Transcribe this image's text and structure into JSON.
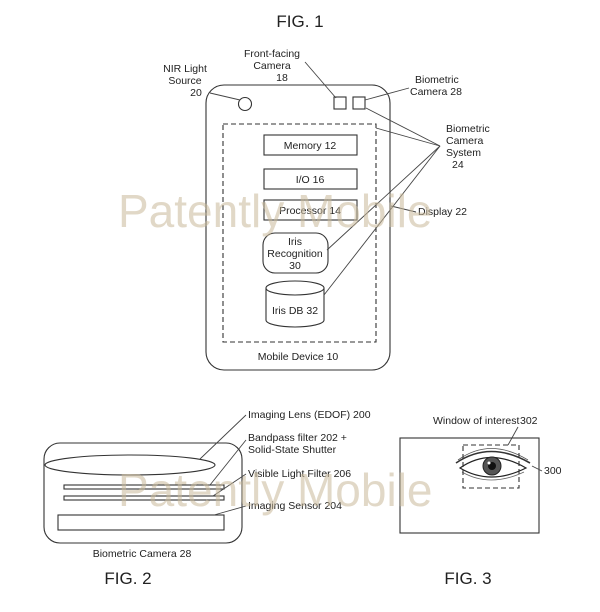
{
  "figures": {
    "fig1": "FIG. 1",
    "fig2": "FIG. 2",
    "fig3": "FIG. 3"
  },
  "fig1": {
    "nir_light": [
      "NIR Light",
      "Source",
      "20"
    ],
    "front_camera": [
      "Front-facing",
      "Camera",
      "18"
    ],
    "biometric_camera": [
      "Biometric",
      "Camera 28"
    ],
    "biometric_system": [
      "Biometric",
      "Camera",
      "System",
      "24"
    ],
    "memory": "Memory 12",
    "io": "I/O 16",
    "processor": "Processor 14",
    "display": "Display 22",
    "iris_recognition": [
      "Iris",
      "Recognition",
      "30"
    ],
    "iris_db": "Iris DB 32",
    "device": "Mobile Device 10"
  },
  "fig2": {
    "imaging_lens": "Imaging Lens (EDOF)  200",
    "bandpass": [
      "Bandpass filter 202 +",
      "Solid-State Shutter"
    ],
    "visible_filter": "Visible Light Filter 206",
    "imaging_sensor": "Imaging Sensor 204",
    "camera": "Biometric Camera 28"
  },
  "fig3": {
    "window_label": "Window of interest",
    "window_ref": "302",
    "frame_ref": "300"
  },
  "watermark": "Patently Mobile"
}
